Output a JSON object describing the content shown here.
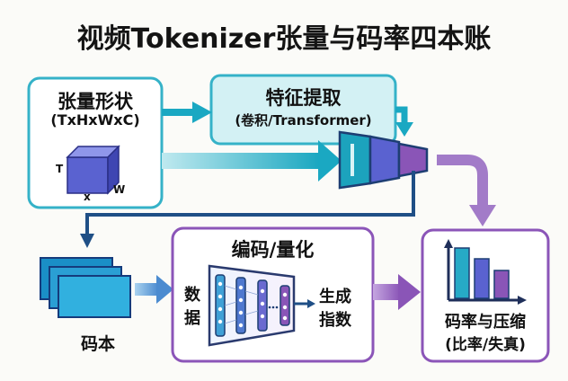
{
  "title": "视频Tokenizer张量与码率四本账",
  "tensor_shape": {
    "heading": "张量形状",
    "formula": "(TxHxWxC)",
    "axis_t": "T",
    "axis_x": "x",
    "axis_w": "W"
  },
  "feature_extraction": {
    "heading": "特征提取",
    "method": "(卷积/Transformer)"
  },
  "codebook": {
    "label": "码本"
  },
  "encode_quantize": {
    "heading": "编码/量化",
    "input_line1": "数",
    "input_line2": "据",
    "output_line1": "生成",
    "output_line2": "指数"
  },
  "bitrate_compression": {
    "line1": "码率与压缩",
    "line2": "(比率/失真)"
  },
  "colors": {
    "teal": "#1aa8c2",
    "teal_fill": "#d3f1f4",
    "purple": "#8b55b8",
    "purple_light": "#a27bc8",
    "navy": "#1f4f86",
    "cube_blue": "#5a62d0",
    "box_border_teal": "#35b2c8"
  },
  "icons": [
    "cube-icon",
    "encoder-funnel-icon",
    "stacked-layers-icon",
    "neural-network-icon",
    "bar-chart-icon"
  ]
}
